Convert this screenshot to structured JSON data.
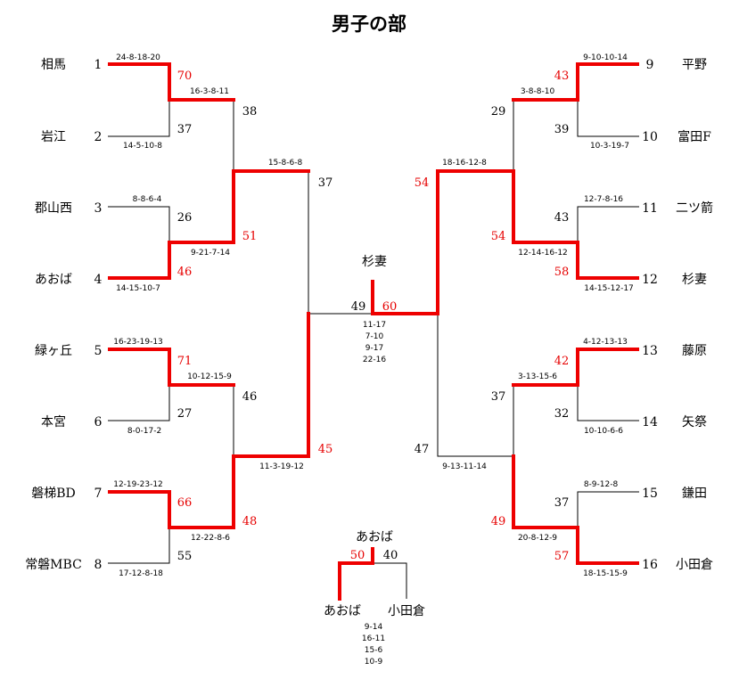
{
  "title": "男子の部",
  "left_teams": [
    {
      "seed": "1",
      "name": "相馬"
    },
    {
      "seed": "2",
      "name": "岩江"
    },
    {
      "seed": "3",
      "name": "郡山西"
    },
    {
      "seed": "4",
      "name": "あおば"
    },
    {
      "seed": "5",
      "name": "緑ヶ丘"
    },
    {
      "seed": "6",
      "name": "本宮"
    },
    {
      "seed": "7",
      "name": "磐梯BD"
    },
    {
      "seed": "8",
      "name": "常磐MBC"
    }
  ],
  "right_teams": [
    {
      "seed": "9",
      "name": "平野"
    },
    {
      "seed": "10",
      "name": "富田F"
    },
    {
      "seed": "11",
      "name": "二ツ箭"
    },
    {
      "seed": "12",
      "name": "杉妻"
    },
    {
      "seed": "13",
      "name": "藤原"
    },
    {
      "seed": "14",
      "name": "矢祭"
    },
    {
      "seed": "15",
      "name": "鎌田"
    },
    {
      "seed": "16",
      "name": "小田倉"
    }
  ],
  "left_r1": [
    {
      "top_score": "70",
      "bottom_score": "37",
      "top_sets": "24-8-18-20",
      "bottom_sets": "14-5-10-8"
    },
    {
      "top_score": "26",
      "bottom_score": "46",
      "top_sets": "8-8-6-4",
      "bottom_sets": "14-15-10-7"
    },
    {
      "top_score": "71",
      "bottom_score": "27",
      "top_sets": "16-23-19-13",
      "bottom_sets": "8-0-17-2"
    },
    {
      "top_score": "66",
      "bottom_score": "55",
      "top_sets": "12-19-23-12",
      "bottom_sets": "17-12-8-18"
    }
  ],
  "left_r2": [
    {
      "top_score": "38",
      "bottom_score": "51",
      "top_sets": "16-3-8-11",
      "bottom_sets": "9-21-7-14"
    },
    {
      "top_score": "46",
      "bottom_score": "48",
      "top_sets": "10-12-15-9",
      "bottom_sets": "12-22-8-6"
    }
  ],
  "left_r3": {
    "top_score": "37",
    "bottom_score": "45",
    "top_sets": "15-8-6-8",
    "bottom_sets": "11-3-19-12"
  },
  "right_r1": [
    {
      "top_score": "43",
      "bottom_score": "39",
      "top_sets": "9-10-10-14",
      "bottom_sets": "10-3-19-7"
    },
    {
      "top_score": "43",
      "bottom_score": "58",
      "top_sets": "12-7-8-16",
      "bottom_sets": "14-15-12-17"
    },
    {
      "top_score": "42",
      "bottom_score": "32",
      "top_sets": "4-12-13-13",
      "bottom_sets": "10-10-6-6"
    },
    {
      "top_score": "37",
      "bottom_score": "57",
      "top_sets": "8-9-12-8",
      "bottom_sets": "18-15-15-9"
    }
  ],
  "right_r2": [
    {
      "top_score": "29",
      "bottom_score": "54",
      "top_sets": "3-8-8-10",
      "bottom_sets": "12-14-16-12"
    },
    {
      "top_score": "37",
      "bottom_score": "49",
      "top_sets": "3-13-15-6",
      "bottom_sets": "20-8-12-9"
    }
  ],
  "right_r3": {
    "top_score": "54",
    "bottom_score": "47",
    "top_sets": "18-16-12-8",
    "bottom_sets": "9-13-11-14"
  },
  "final": {
    "champion": "杉妻",
    "left_score": "49",
    "right_score": "60",
    "sets": [
      "11-17",
      "7-10",
      "9-17",
      "22-16"
    ]
  },
  "third_place": {
    "winner": "あおば",
    "left_team": "あおば",
    "right_team": "小田倉",
    "left_score": "50",
    "right_score": "40",
    "sets": [
      "9-14",
      "16-11",
      "15-6",
      "10-9"
    ]
  }
}
